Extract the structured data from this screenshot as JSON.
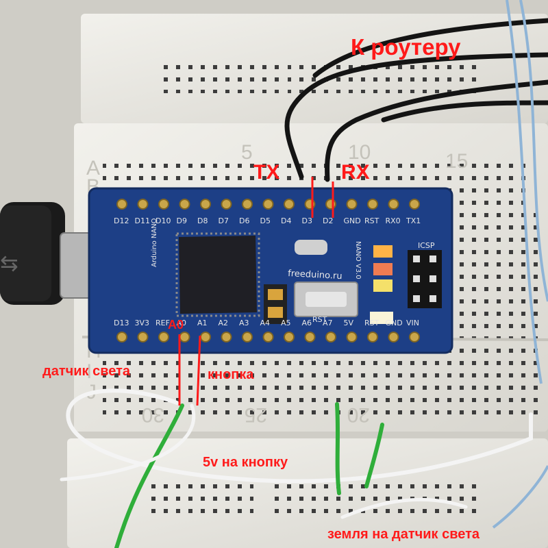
{
  "labels": {
    "router": "К роутеру",
    "tx": "TX",
    "rx": "RX",
    "a0": "A0",
    "light_sensor": "датчик света",
    "button": "кнопка",
    "five_v_button": "5v на кнопку",
    "ground_light_sensor": "земля на датчик света"
  },
  "board": {
    "top_pins": [
      "D12",
      "D11",
      "D10",
      "D9",
      "D8",
      "D7",
      "D6",
      "D5",
      "D4",
      "D3",
      "D2",
      "GND",
      "RST",
      "RX0",
      "TX1"
    ],
    "bottom_pins": [
      "D13",
      "3V3",
      "REF",
      "A0",
      "A1",
      "A2",
      "A3",
      "A4",
      "A5",
      "A6",
      "A7",
      "5V",
      "RST",
      "GND",
      "VIN"
    ],
    "silkscreen": [
      "Arduino NANO",
      "freeduino.ru",
      "RST",
      "ICSP",
      "NANO V3.0"
    ],
    "breadboard_numbers": [
      "5",
      "10",
      "15",
      "30",
      "25",
      "20"
    ],
    "breadboard_rows": [
      "A",
      "B",
      "H",
      "I",
      "J"
    ]
  },
  "colors": {
    "annotation": "#ff1a1a",
    "breadboard": "#ecebe6",
    "pcb": "#1d3f86",
    "pin": "#c9a64a",
    "wire_black": "#141414",
    "wire_green": "#2fae3a",
    "wire_white": "#f4f4f4",
    "usb_cable": "#1a1a1a"
  }
}
